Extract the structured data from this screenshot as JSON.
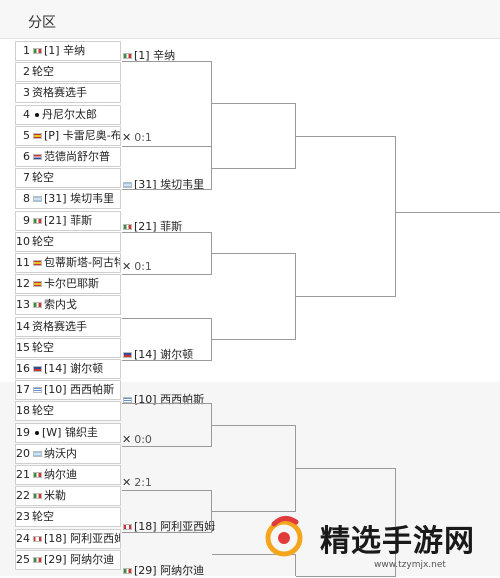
{
  "header": {
    "title": "分区"
  },
  "round1": [
    {
      "num": "1",
      "flag": "it",
      "label": "[1] 辛纳"
    },
    {
      "num": "2",
      "flag": "",
      "label": "轮空"
    },
    {
      "num": "3",
      "flag": "",
      "label": "资格赛选手"
    },
    {
      "num": "4",
      "flag": "dot",
      "label": "丹尼尔太郎"
    },
    {
      "num": "5",
      "flag": "es",
      "label": "[P] 卡雷尼奥-布斯塔"
    },
    {
      "num": "6",
      "flag": "nl",
      "label": "范德尚舒尔普"
    },
    {
      "num": "7",
      "flag": "",
      "label": "轮空"
    },
    {
      "num": "8",
      "flag": "ar",
      "label": "[31] 埃切韦里"
    },
    {
      "num": "9",
      "flag": "it",
      "label": "[21] 菲斯"
    },
    {
      "num": "10",
      "flag": "",
      "label": "轮空"
    },
    {
      "num": "11",
      "flag": "es",
      "label": "包蒂斯塔-阿古特"
    },
    {
      "num": "12",
      "flag": "es",
      "label": "卡尔巴耶斯"
    },
    {
      "num": "13",
      "flag": "it",
      "label": "索内戈"
    },
    {
      "num": "14",
      "flag": "",
      "label": "资格赛选手"
    },
    {
      "num": "15",
      "flag": "",
      "label": "轮空"
    },
    {
      "num": "16",
      "flag": "us",
      "label": "[14] 谢尔顿"
    },
    {
      "num": "17",
      "flag": "gr",
      "label": "[10] 西西帕斯"
    },
    {
      "num": "18",
      "flag": "",
      "label": "轮空"
    },
    {
      "num": "19",
      "flag": "dot",
      "label": "[W] 锦织圭"
    },
    {
      "num": "20",
      "flag": "ar",
      "label": "纳沃内"
    },
    {
      "num": "21",
      "flag": "it",
      "label": "纳尔迪"
    },
    {
      "num": "22",
      "flag": "it",
      "label": "米勒"
    },
    {
      "num": "23",
      "flag": "",
      "label": "轮空"
    },
    {
      "num": "24",
      "flag": "ca",
      "label": "[18] 阿利亚西姆"
    },
    {
      "num": "25",
      "flag": "it",
      "label": "[29] 阿纳尔迪"
    }
  ],
  "round2": [
    {
      "flag": "it",
      "label": "[1] 辛纳"
    },
    {
      "flag": "ar",
      "label": "[31] 埃切韦里"
    },
    {
      "flag": "it",
      "label": "[21] 菲斯"
    },
    {
      "flag": "us",
      "label": "[14] 谢尔顿"
    },
    {
      "flag": "gr",
      "label": "[10] 西西帕斯"
    },
    {
      "flag": "ca",
      "label": "[18] 阿利亚西姆"
    },
    {
      "flag": "it",
      "label": "[29] 阿纳尔迪"
    }
  ],
  "scores": [
    "0:1",
    "0:1",
    "0:0",
    "2:1"
  ],
  "watermark": {
    "text": "精选手游网",
    "url": "www.tzymjx.net"
  }
}
